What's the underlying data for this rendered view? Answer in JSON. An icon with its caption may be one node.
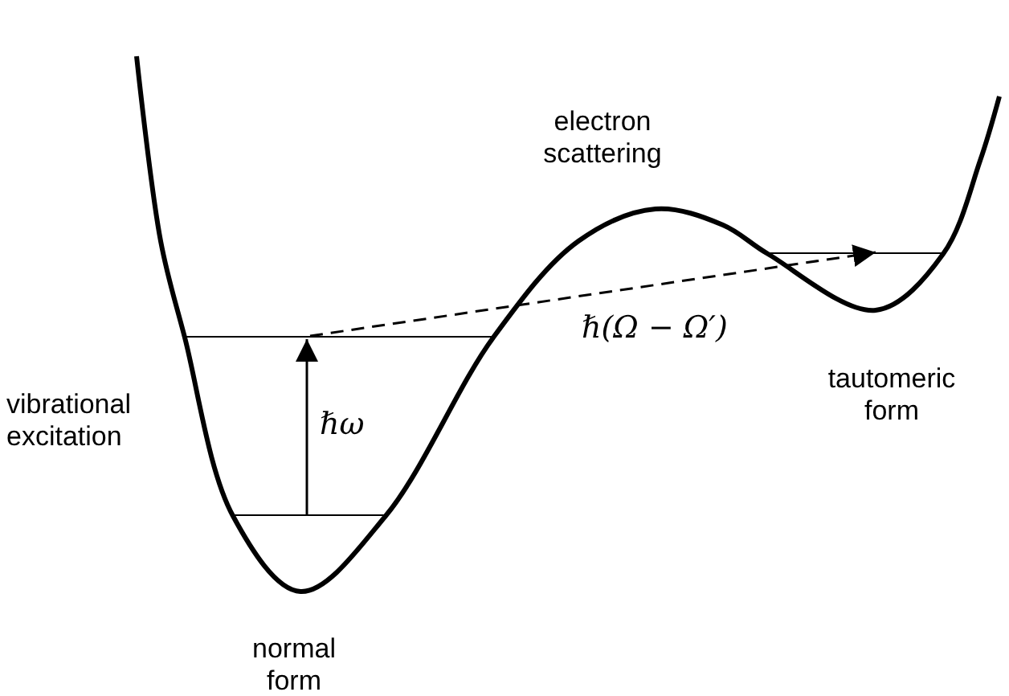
{
  "diagram": {
    "nodes": [
      {
        "text": [],
        "shape": "bar"
      },
      {
        "text": [],
        "shape": "bar"
      },
      {
        "text": [],
        "shape": "bar"
      }
    ],
    "edges": [
      {
        "from": 0,
        "to": 1,
        "arrow": "to",
        "label": "ℏω"
      },
      {
        "from": 1,
        "to": 2,
        "arrow": "to",
        "label": "ℏ(Ω − Ω′)",
        "style": "dashed"
      }
    ],
    "labels": [
      "electron scattering",
      "vibrational excitation",
      "tautomeric form",
      "normal form"
    ]
  }
}
